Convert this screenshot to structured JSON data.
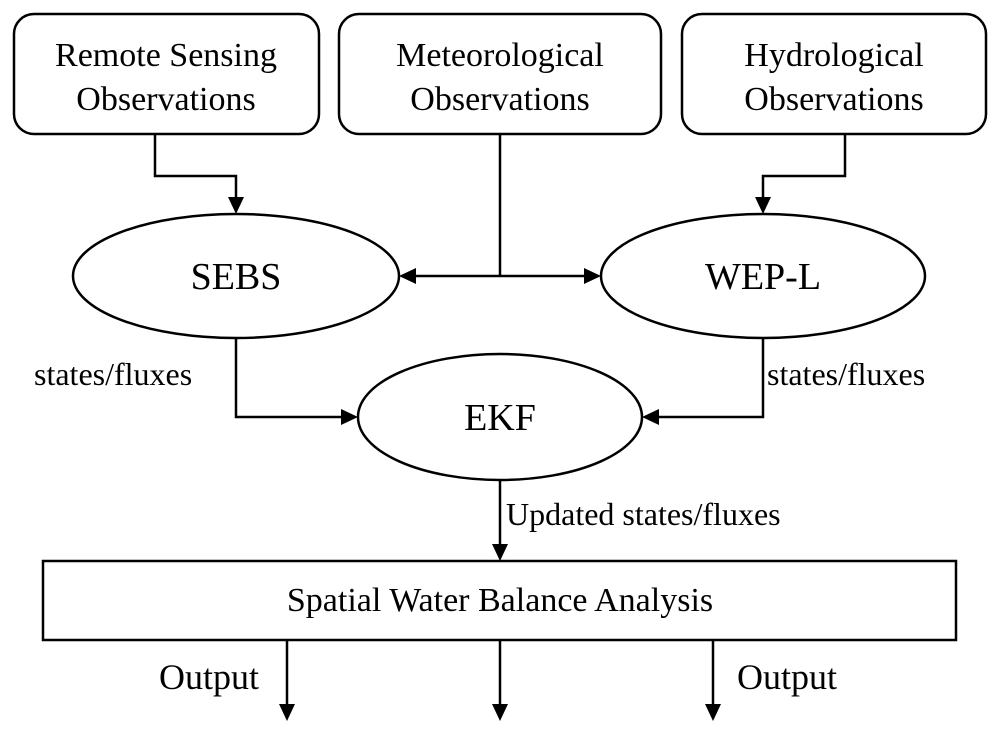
{
  "sources": {
    "remote_sensing": {
      "line1": "Remote Sensing",
      "line2": "Observations"
    },
    "meteorological": {
      "line1": "Meteorological",
      "line2": "Observations"
    },
    "hydrological": {
      "line1": "Hydrological",
      "line2": "Observations"
    }
  },
  "models": {
    "sebs": "SEBS",
    "wepl": "WEP-L",
    "ekf": "EKF"
  },
  "edges": {
    "sebs_to_ekf": "states/fluxes",
    "wepl_to_ekf": "states/fluxes",
    "ekf_to_analysis": "Updated states/fluxes",
    "output_left": "Output",
    "output_right": "Output"
  },
  "analysis": {
    "label": "Spatial Water Balance Analysis"
  },
  "colors": {
    "stroke": "#000000",
    "background": "#ffffff"
  }
}
